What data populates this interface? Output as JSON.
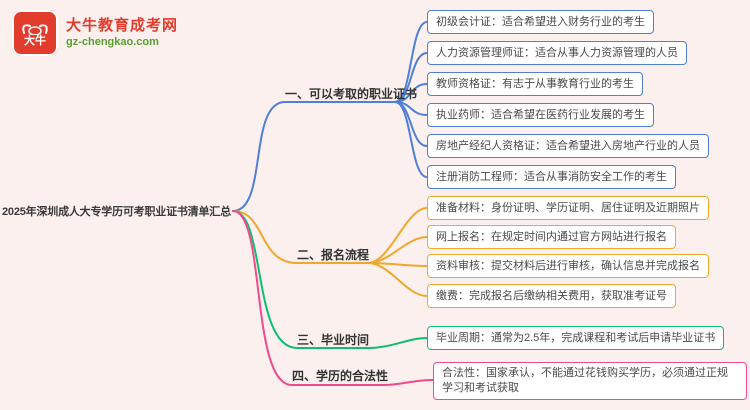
{
  "logo": {
    "brand": "大牛教育成考网",
    "domain": "gz-chengkao.com",
    "badge_text": "大牛",
    "brand_color": "#e23c2d",
    "domain_color": "#57a02f"
  },
  "root": {
    "title": "2025年深圳成人大专学历可考职业证书清单汇总"
  },
  "colors": {
    "background": "#fbf0ee",
    "branch_blue": "#4f7fd6",
    "branch_orange": "#efa72e",
    "branch_green": "#0cbf70",
    "branch_pink": "#f1498e"
  },
  "branches": [
    {
      "label": "一、可以考取的职业证书",
      "color": "#4f7fd6",
      "items": [
        "初级会计证：适合希望进入财务行业的考生",
        "人力资源管理师证：适合从事人力资源管理的人员",
        "教师资格证：有志于从事教育行业的考生",
        "执业药师：适合希望在医药行业发展的考生",
        "房地产经纪人资格证：适合希望进入房地产行业的人员",
        "注册消防工程师：适合从事消防安全工作的考生"
      ]
    },
    {
      "label": "二、报名流程",
      "color": "#efa72e",
      "items": [
        "准备材料：身份证明、学历证明、居住证明及近期照片",
        "网上报名：在规定时间内通过官方网站进行报名",
        "资料审核：提交材料后进行审核，确认信息并完成报名",
        "缴费：完成报名后缴纳相关费用，获取准考证号"
      ]
    },
    {
      "label": "三、毕业时间",
      "color": "#0cbf70",
      "items": [
        "毕业周期：通常为2.5年，完成课程和考试后申请毕业证书"
      ]
    },
    {
      "label": "四、学历的合法性",
      "color": "#f1498e",
      "items": [
        "合法性：国家承认，不能通过花钱购买学历，必须通过正规学习和考试获取"
      ]
    }
  ]
}
